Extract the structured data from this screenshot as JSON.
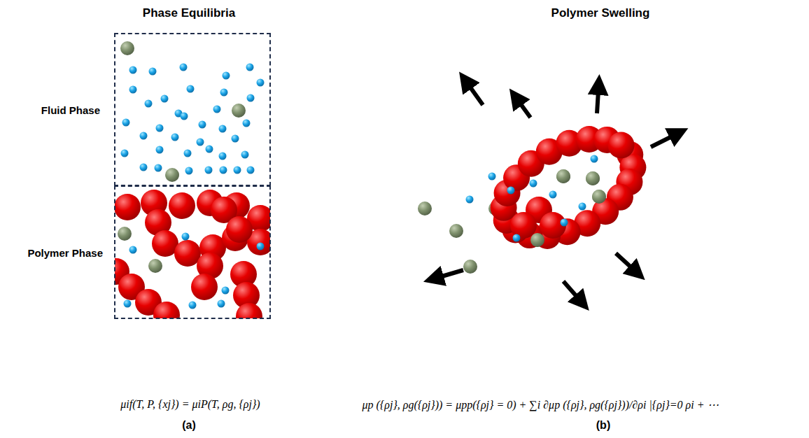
{
  "diagram": {
    "nodes": [
      {
        "text": [
          "Fluid Phase"
        ]
      },
      {
        "text": [
          "Polymer Phase"
        ]
      }
    ],
    "labels": [
      "Phase Equilibria",
      "Polymer Swelling",
      "μif(T, P, {xj}) = μiP(T, ρg, {ρj})",
      "μp ({ρj}, ρg({ρj})) = μpp({ρj} = 0) + ∑i ∂μp ({ρj}, ρg({ρj}))/∂ρi |{ρj}=0 ρi + ⋯",
      "(a)",
      "(b)"
    ]
  }
}
